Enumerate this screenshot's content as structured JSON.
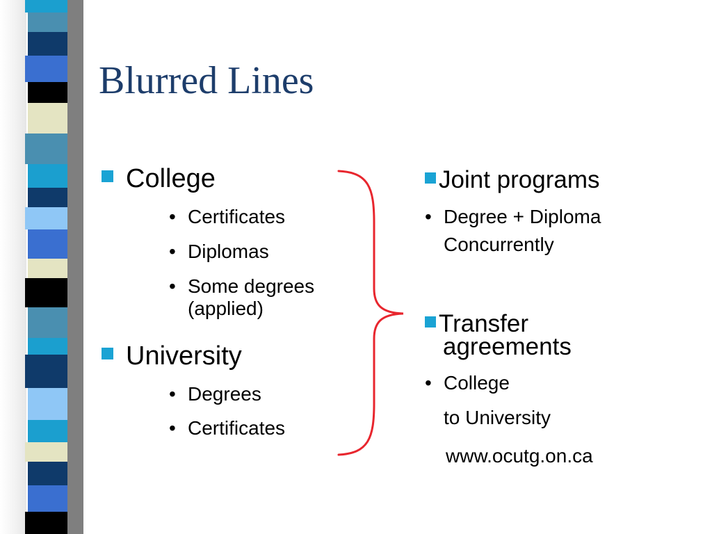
{
  "slide": {
    "title": "Blurred Lines",
    "left": {
      "college": {
        "label": "College",
        "items": [
          "Certificates",
          "Diplomas",
          "Some degrees",
          "(applied)"
        ]
      },
      "university": {
        "label": "University",
        "items": [
          "Degrees",
          "Certificates"
        ]
      }
    },
    "right": {
      "joint": {
        "label": "Joint programs",
        "items": [
          "Degree + Diploma",
          "Concurrently"
        ]
      },
      "transfer": {
        "label_line1": "Transfer",
        "label_line2": "agreements",
        "items": [
          "College",
          "to University"
        ]
      },
      "link": "www.ocutg.on.ca"
    }
  },
  "colors": {
    "title": "#1d3d6b",
    "bullet_square": "#1aa3d4",
    "brace": "#e8262e",
    "strip_gray": "#7f7f7f"
  }
}
